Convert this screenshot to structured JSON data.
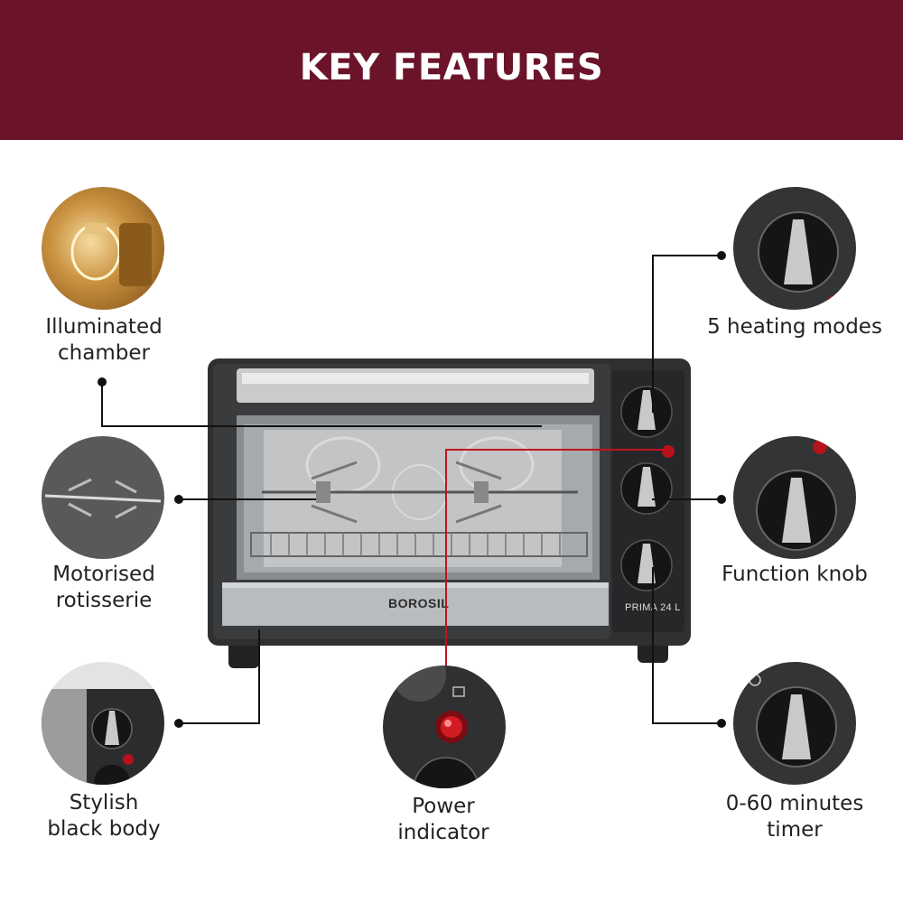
{
  "header": {
    "title": "KEY FEATURES"
  },
  "colors": {
    "banner": "#6b1429",
    "indicator_line": "#c0141d",
    "body": "#2f3032",
    "trim": "#b9bcbf"
  },
  "product": {
    "brand": "BOROSIL",
    "model": "PRIMA 24 L"
  },
  "features": {
    "illuminated": {
      "line1": "Illuminated",
      "line2": "chamber",
      "icon": "bulb-chamber-photo"
    },
    "rotisserie": {
      "line1": "Motorised",
      "line2": "rotisserie",
      "icon": "rotisserie-spit-photo"
    },
    "body": {
      "line1": "Stylish",
      "line2": "black body",
      "icon": "control-panel-photo"
    },
    "power": {
      "line1": "Power",
      "line2": "indicator",
      "icon": "power-light-photo"
    },
    "modes": {
      "line1": "5 heating modes",
      "icon": "mode-knob-photo"
    },
    "function": {
      "line1": "Function knob",
      "icon": "temp-knob-photo"
    },
    "timer": {
      "line1": "0-60 minutes",
      "line2": "timer",
      "icon": "timer-knob-photo"
    }
  }
}
